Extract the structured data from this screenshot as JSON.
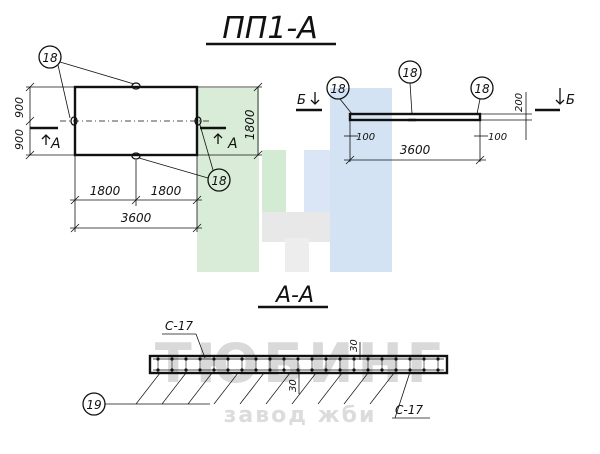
{
  "drawing": {
    "title": "ПП1-А",
    "section_title": "А-А",
    "callouts": {
      "top_left": "18",
      "plan_bottom": "18",
      "elev_left": "18",
      "elev_mid": "18",
      "elev_right": "18",
      "section_bottom": "19"
    },
    "plan": {
      "dim_half_left": "1800",
      "dim_half_right": "1800",
      "dim_total": "3600",
      "dim_height": "1800",
      "dim_upper": "900",
      "dim_lower": "900",
      "cut_left": "А",
      "cut_right": "А"
    },
    "elevation": {
      "cut_left": "Б",
      "cut_right": "Б",
      "dim_left_offset": "100",
      "dim_right_offset": "100",
      "dim_length": "3600",
      "dim_thickness": "200"
    },
    "section": {
      "mesh_top": "С-17",
      "mesh_bottom": "С-17",
      "cover_top": "30",
      "cover_bottom": "30"
    }
  },
  "watermark": {
    "brand": "ТЮБИНГ",
    "subtitle": "завод жби",
    "colors": {
      "green": "#cfe8cf",
      "blue": "#cfe0f2",
      "gray": "#d9d9d9"
    }
  }
}
